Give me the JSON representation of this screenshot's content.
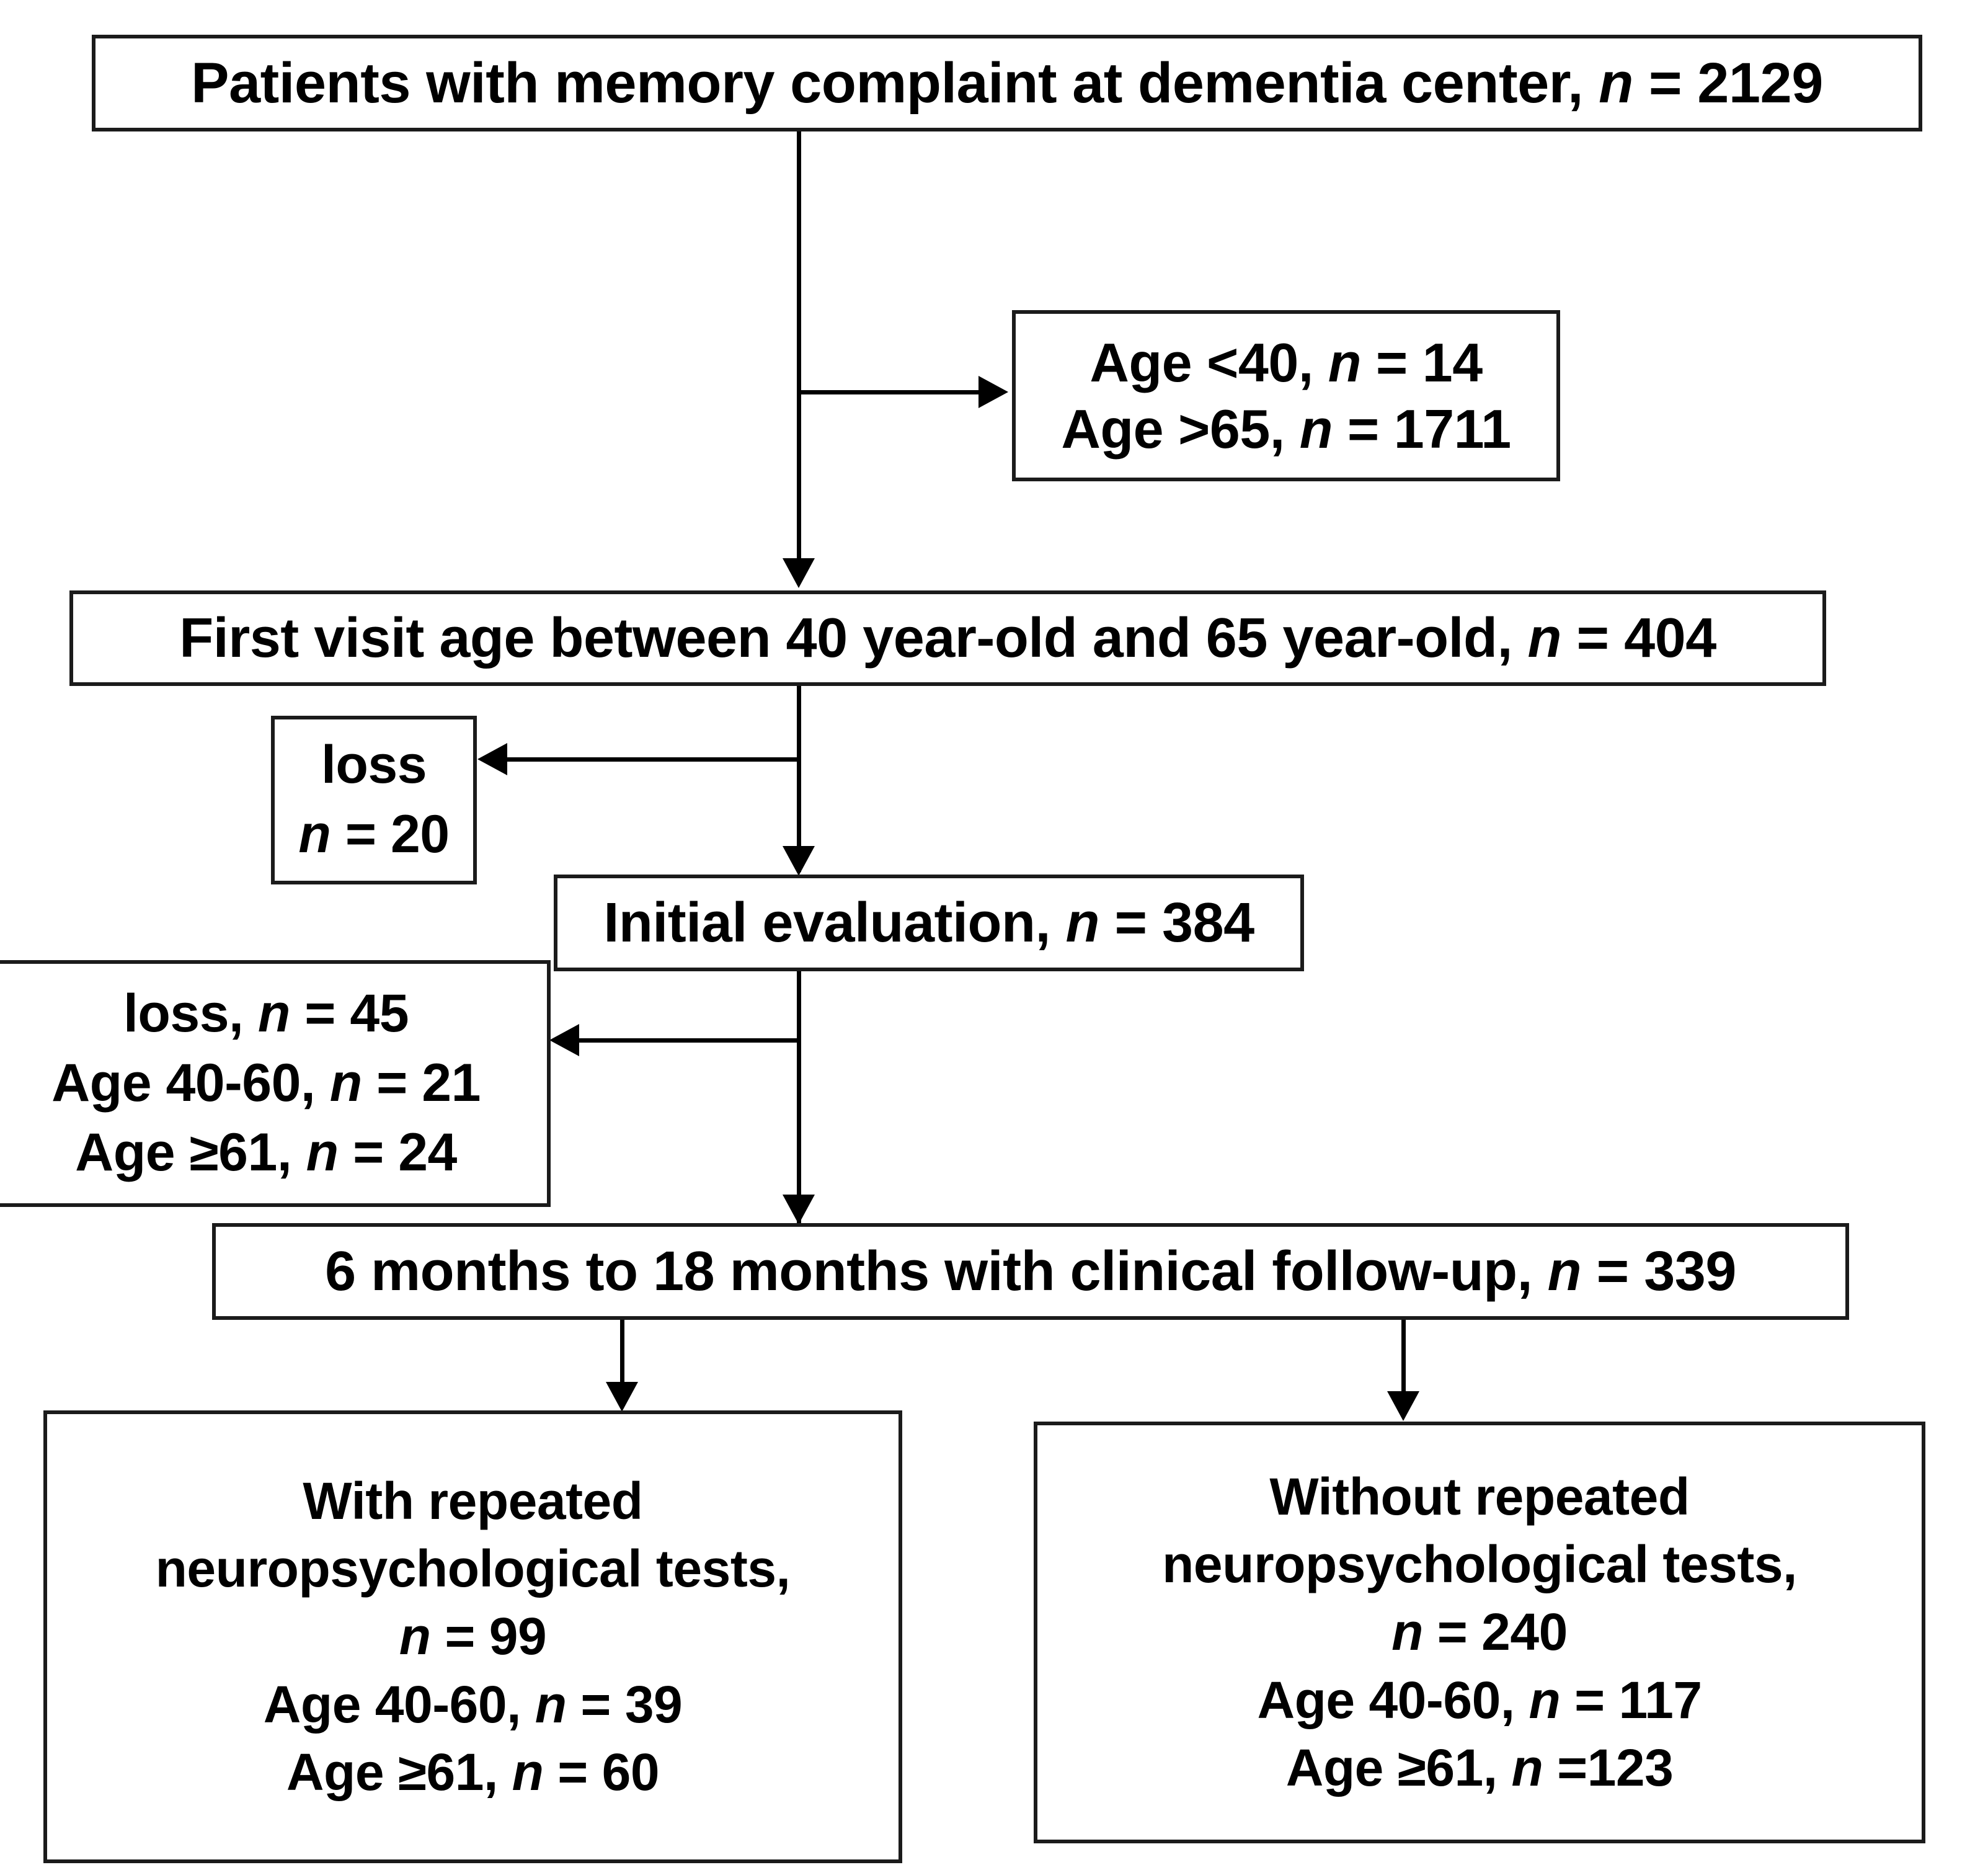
{
  "figure": {
    "type": "flowchart",
    "title": "Patient selection flow diagram",
    "colors": {
      "stroke": "#1b1b1b",
      "text": "#000000",
      "background": "#ffffff"
    }
  },
  "nodes": {
    "enrolled": {
      "id": "enrolled",
      "lines": [
        {
          "pre": "Patients with memory complaint at dementia center, ",
          "sym": "n",
          "post": " = 2129"
        }
      ]
    },
    "excluded": {
      "id": "excluded",
      "lines": [
        {
          "pre": "Age <40, ",
          "sym": "n",
          "post": " = 14"
        },
        {
          "pre": "Age >65, ",
          "sym": "n",
          "post": " = 1711"
        }
      ]
    },
    "firstvisit": {
      "id": "firstvisit",
      "lines": [
        {
          "pre": "First visit age between 40 year-old and 65 year-old, ",
          "sym": "n",
          "post": " = 404"
        }
      ]
    },
    "loss20": {
      "id": "loss20",
      "lines": [
        {
          "pre": "loss",
          "sym": "",
          "post": ""
        },
        {
          "pre": "",
          "sym": "n",
          "post": " = 20"
        }
      ]
    },
    "initial": {
      "id": "initial",
      "lines": [
        {
          "pre": "Initial evaluation, ",
          "sym": "n",
          "post": " = 384"
        }
      ]
    },
    "loss45": {
      "id": "loss45",
      "lines": [
        {
          "pre": "loss, ",
          "sym": "n",
          "post": " = 45"
        },
        {
          "pre": "Age 40-60, ",
          "sym": "n",
          "post": " = 21"
        },
        {
          "pre": "Age ≥61, ",
          "sym": "n",
          "post": " = 24"
        }
      ]
    },
    "followup": {
      "id": "followup",
      "lines": [
        {
          "pre": "6 months to 18 months with clinical follow-up, ",
          "sym": "n",
          "post": " = 339"
        }
      ]
    },
    "with_tests": {
      "id": "with_tests",
      "lines": [
        {
          "pre": "With repeated",
          "sym": "",
          "post": ""
        },
        {
          "pre": "neuropsychological tests,",
          "sym": "",
          "post": ""
        },
        {
          "pre": "",
          "sym": "n",
          "post": " = 99"
        },
        {
          "pre": "Age 40-60, ",
          "sym": "n",
          "post": " = 39"
        },
        {
          "pre": "Age ≥61, ",
          "sym": "n",
          "post": " = 60"
        }
      ]
    },
    "without_tests": {
      "id": "without_tests",
      "lines": [
        {
          "pre": "Without repeated",
          "sym": "",
          "post": ""
        },
        {
          "pre": "neuropsychological tests,",
          "sym": "",
          "post": ""
        },
        {
          "pre": "",
          "sym": "n",
          "post": " = 240"
        },
        {
          "pre": "Age 40-60, ",
          "sym": "n",
          "post": " = 117"
        },
        {
          "pre": "Age ≥61, ",
          "sym": "n",
          "post": " =123"
        }
      ]
    }
  },
  "counts": {
    "enrolled_total": 2129,
    "excluded_age_under_40": 14,
    "excluded_age_over_65": 1711,
    "first_visit_40_to_65": 404,
    "loss_after_first_visit": 20,
    "initial_evaluation": 384,
    "loss_after_initial": 45,
    "loss_after_initial_age_40_60": 21,
    "loss_after_initial_age_61_plus": 24,
    "clinical_followup": 339,
    "with_repeated_tests": 99,
    "with_repeated_tests_age_40_60": 39,
    "with_repeated_tests_age_61_plus": 60,
    "without_repeated_tests": 240,
    "without_repeated_tests_age_40_60": 117,
    "without_repeated_tests_age_61_plus": 123
  },
  "edges": [
    {
      "from": "enrolled",
      "to": "firstvisit",
      "direction": "down"
    },
    {
      "from": "enrolled",
      "to": "excluded",
      "direction": "right"
    },
    {
      "from": "firstvisit",
      "to": "initial",
      "direction": "down"
    },
    {
      "from": "firstvisit",
      "to": "loss20",
      "direction": "left"
    },
    {
      "from": "initial",
      "to": "followup",
      "direction": "down"
    },
    {
      "from": "initial",
      "to": "loss45",
      "direction": "left"
    },
    {
      "from": "followup",
      "to": "with_tests",
      "direction": "down"
    },
    {
      "from": "followup",
      "to": "without_tests",
      "direction": "down"
    }
  ]
}
